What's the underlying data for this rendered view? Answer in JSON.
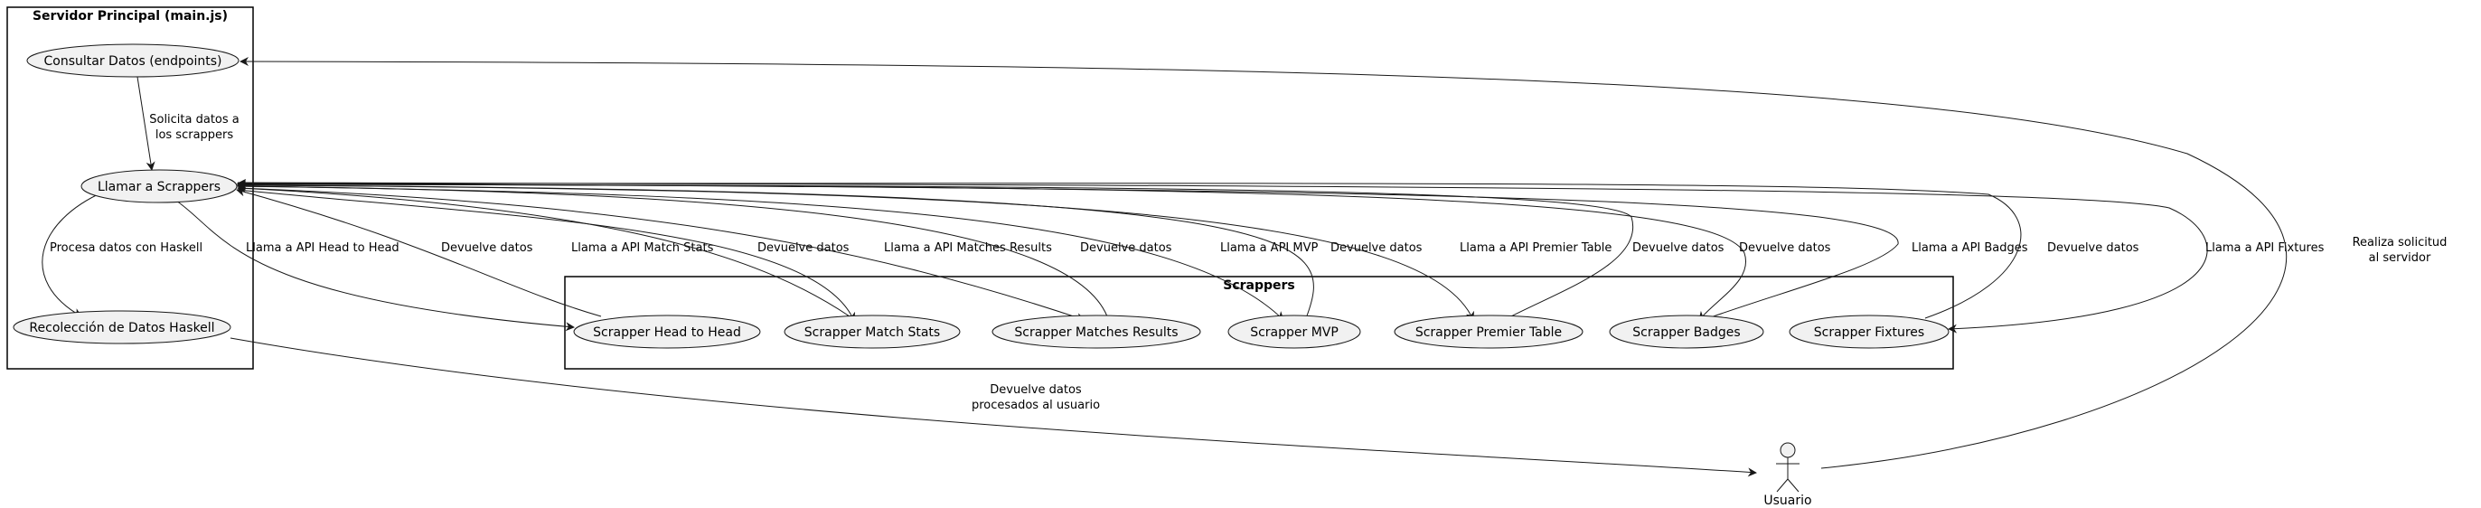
{
  "frames": {
    "server": {
      "title": "Servidor Principal (main.js)"
    },
    "scrappers": {
      "title": "Scrappers"
    }
  },
  "use_cases": {
    "consultar": "Consultar Datos (endpoints)",
    "llamar": "Llamar a Scrappers",
    "recoleccion": "Recolección de Datos Haskell",
    "h2h": "Scrapper Head to Head",
    "match_stats": "Scrapper Match Stats",
    "matches_results": "Scrapper Matches Results",
    "mvp": "Scrapper MVP",
    "premier_table": "Scrapper Premier Table",
    "badges": "Scrapper Badges",
    "fixtures": "Scrapper Fixtures"
  },
  "actor": {
    "label": "Usuario"
  },
  "edges": {
    "solicita": [
      "Solicita datos a",
      "los scrappers"
    ],
    "procesa": "Procesa datos con Haskell",
    "api_h2h": "Llama a API Head to Head",
    "dev_h2h": "Devuelve datos",
    "api_match_stats": "Llama a API Match Stats",
    "dev_match_stats": "Devuelve datos",
    "api_matches_results": "Llama a API Matches Results",
    "dev_matches_results": "Devuelve datos",
    "api_mvp": "Llama a API MVP",
    "dev_mvp": "Devuelve datos",
    "api_premier": "Llama a API Premier Table",
    "dev_premier": "Devuelve datos",
    "dev_badges": "Devuelve datos",
    "api_badges": "Llama a API Badges",
    "dev_fixtures": "Devuelve datos",
    "api_fixtures": "Llama a API Fixtures",
    "realiza": [
      "Realiza solicitud",
      "al servidor"
    ],
    "devuelve_procesados": [
      "Devuelve datos",
      "procesados al usuario"
    ]
  }
}
